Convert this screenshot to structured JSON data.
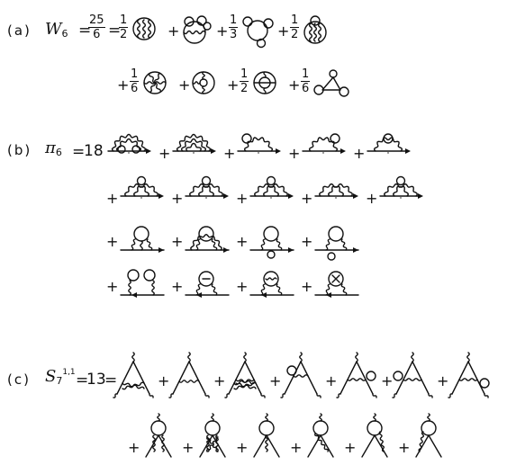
{
  "section_a": {
    "label": "(a)",
    "symbol": "W",
    "subscript": "6",
    "eq1": "=",
    "total": {
      "num": "25",
      "den": "6"
    },
    "eq2": "=",
    "terms_row1": [
      {
        "coef": {
          "num": "1",
          "den": "2"
        },
        "diagram": "circle-vertical-wavy-lines"
      },
      {
        "coef": null,
        "diagram": "circle-wavy-chord-with-loop-bubbles"
      },
      {
        "coef": {
          "num": "1",
          "den": "3"
        },
        "diagram": "circle-three-loop-bubbles"
      },
      {
        "coef": {
          "num": "1",
          "den": "2"
        },
        "diagram": "circle-wavy-arcs-top-loop"
      }
    ],
    "terms_row2": [
      {
        "coef": {
          "num": "1",
          "den": "6"
        },
        "diagram": "circle-star-wavy-spokes"
      },
      {
        "coef": null,
        "diagram": "circle-inner-loop-wavy"
      },
      {
        "coef": {
          "num": "1",
          "den": "2"
        },
        "diagram": "circle-inner-circle-wavy"
      },
      {
        "coef": {
          "num": "1",
          "den": "6"
        },
        "diagram": "triangle-three-loops"
      }
    ]
  },
  "section_b": {
    "label": "(b)",
    "symbol": "π",
    "subscript": "6",
    "eq": "=",
    "count": "18",
    "rows": [
      [
        "nested-arcs-two-bubbles",
        "triple-nested-arcs",
        "arc-with-loop-left",
        "arc-with-loop-right",
        "arc-with-loop-middle"
      ],
      [
        "crossed-arcs-bubble-top",
        "crossed-arcs-loop",
        "double-arc-loops",
        "overlapping-arcs",
        "tangled-arcs-loop"
      ],
      [
        "vertex-loop-three-wavy",
        "vertex-loop-arch-wavy",
        "vertex-loop-on-line",
        "vertex-loop-dangling-bubble"
      ],
      [
        "two-loops-on-line",
        "loop-with-inner-line",
        "loop-with-inner-wavy",
        "loop-with-crossed-line"
      ]
    ]
  },
  "section_c": {
    "label": "(c)",
    "symbol": "S",
    "subscript": "7",
    "superscript": "1,1",
    "eq": "=",
    "count": "13",
    "row1": [
      "triangle-crossed-wavy",
      "triangle-single-rung",
      "triangle-crossed-rungs",
      "triangle-side-loop",
      "triangle-right-loop",
      "triangle-left-loop",
      "triangle-open-loop"
    ],
    "row2": [
      "loop-on-ladder",
      "loop-on-crossed-ladder",
      "loop-on-single-wavy",
      "loop-on-diagonal-wavy",
      "loop-on-right-wavy",
      "loop-on-left-wavy"
    ]
  },
  "plus_sign": "+"
}
